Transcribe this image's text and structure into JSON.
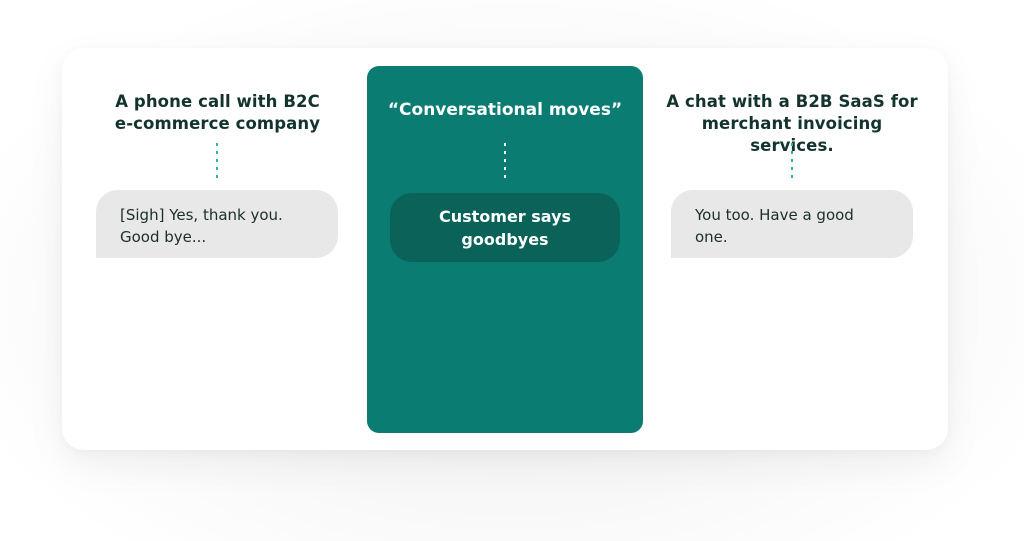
{
  "colors": {
    "panel_teal": "#0b7c72",
    "pill_dark_teal": "#0a6259",
    "connector_teal": "#2bb5a6",
    "connector_white": "#ffffff",
    "bubble_gray": "#e8e8e8",
    "title_text": "#13332e"
  },
  "left_column": {
    "title_line1": "A phone call with B2C",
    "title_line2": "e-commerce company",
    "bubble_line1": "[Sigh] Yes, thank you.",
    "bubble_line2": "Good bye..."
  },
  "center_column": {
    "title": "“Conversational moves”",
    "pill_label": "Customer says goodbyes"
  },
  "right_column": {
    "title_line1": "A chat with a B2B SaaS for",
    "title_line2": "merchant invoicing services.",
    "bubble_line1": "You too. Have a good",
    "bubble_line2": "one."
  }
}
